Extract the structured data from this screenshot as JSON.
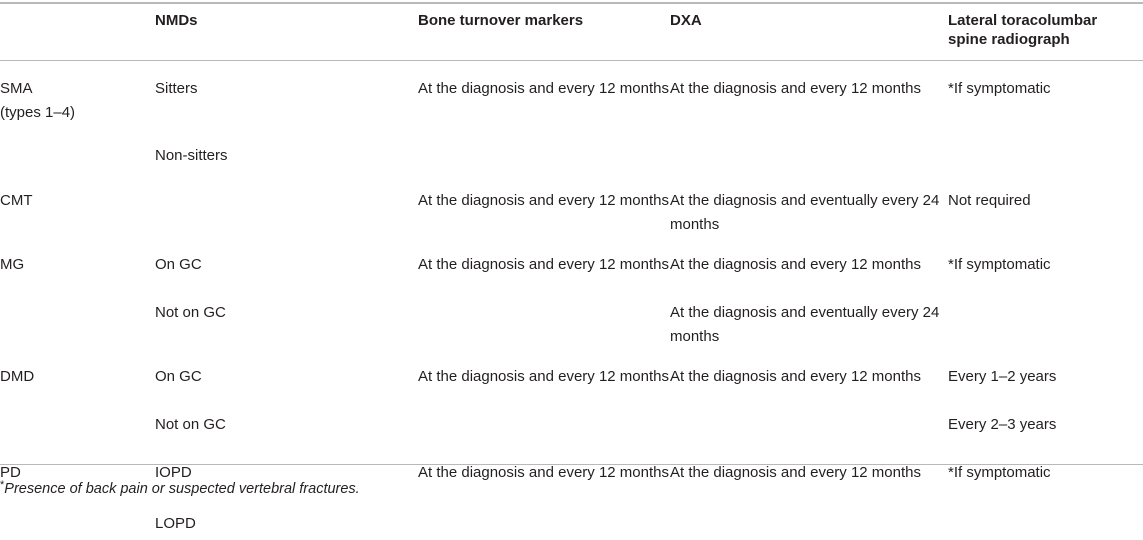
{
  "table": {
    "columns": [
      {
        "key": "disease",
        "label": ""
      },
      {
        "key": "nmds",
        "label": "NMDs"
      },
      {
        "key": "btm",
        "label": "Bone turnover markers"
      },
      {
        "key": "dxa",
        "label": "DXA"
      },
      {
        "key": "radiograph",
        "label": "Lateral toracolumbar spine radiograph"
      }
    ],
    "header": {
      "col0": "",
      "col1": "NMDs",
      "col2": "Bone turnover markers",
      "col3": "DXA",
      "col4_line1": "Lateral toracolumbar",
      "col4_line2": "spine radiograph"
    },
    "rows": [
      {
        "disease_line1": "SMA",
        "disease_line2": "(types 1–4)",
        "nmds": "Sitters",
        "btm": "At the diagnosis and every 12 months",
        "dxa": "At the diagnosis and every 12 months",
        "radiograph_star": "*",
        "radiograph": "If symptomatic"
      },
      {
        "disease_line1": "",
        "disease_line2": "",
        "nmds": "Non-sitters",
        "btm": "",
        "dxa": "",
        "radiograph_star": "",
        "radiograph": ""
      },
      {
        "disease_line1": "CMT",
        "disease_line2": "",
        "nmds": "",
        "btm": "At the diagnosis and every 12 months",
        "dxa": "At the diagnosis and eventually every 24 months",
        "radiograph_star": "",
        "radiograph": "Not required"
      },
      {
        "disease_line1": "MG",
        "disease_line2": "",
        "nmds": "On GC",
        "btm": "At the diagnosis and every 12 months",
        "dxa": "At the diagnosis and every 12 months",
        "radiograph_star": "*",
        "radiograph": "If symptomatic"
      },
      {
        "disease_line1": "",
        "disease_line2": "",
        "nmds": "Not on GC",
        "btm": "",
        "dxa": "At the diagnosis and eventually every 24 months",
        "radiograph_star": "",
        "radiograph": ""
      },
      {
        "disease_line1": "DMD",
        "disease_line2": "",
        "nmds": "On GC",
        "btm": "At the diagnosis and every 12 months",
        "dxa": "At the diagnosis and every 12 months",
        "radiograph_star": "",
        "radiograph": "Every 1–2 years"
      },
      {
        "disease_line1": "",
        "disease_line2": "",
        "nmds": "Not on GC",
        "btm": "",
        "dxa": "",
        "radiograph_star": "",
        "radiograph": "Every 2–3 years"
      },
      {
        "disease_line1": "PD",
        "disease_line2": "",
        "nmds": "IOPD",
        "btm": "At the diagnosis and every 12 months",
        "dxa": "At the diagnosis and every 12 months",
        "radiograph_star": "*",
        "radiograph": "If symptomatic"
      },
      {
        "disease_line1": "",
        "disease_line2": "",
        "nmds": "LOPD",
        "btm": "",
        "dxa": "",
        "radiograph_star": "",
        "radiograph": ""
      }
    ],
    "footnote": {
      "marker": "*",
      "text": "Presence of back pain or suspected vertebral fractures."
    },
    "colors": {
      "text": "#231f20",
      "rule": "#b9b9bb",
      "background": "#ffffff"
    }
  }
}
